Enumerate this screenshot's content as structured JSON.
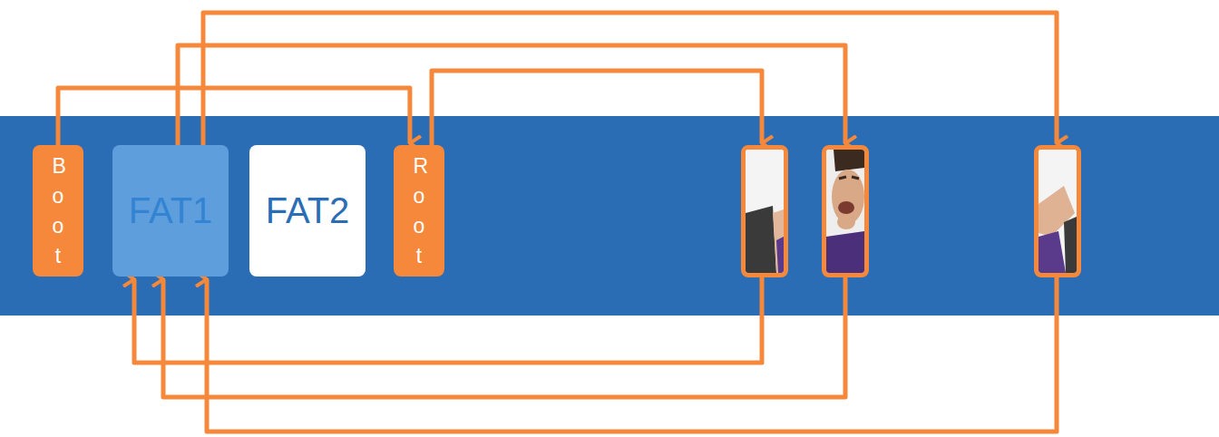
{
  "diagram": {
    "nodes": [
      {
        "text": [
          "Boot"
        ]
      },
      {
        "text": [
          "FAT1"
        ]
      },
      {
        "text": [
          "FAT2"
        ]
      },
      {
        "text": [
          "Root"
        ]
      }
    ],
    "edges": [
      {
        "from": 0,
        "to": 3,
        "arrow": "to"
      }
    ]
  }
}
